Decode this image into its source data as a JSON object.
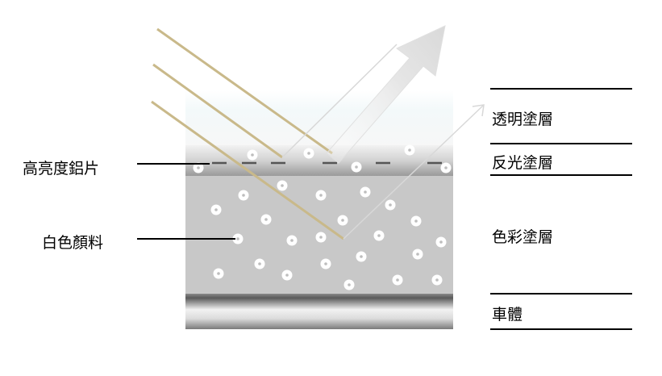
{
  "left_labels": {
    "aluminum_flake": "高亮度鋁片",
    "white_pigment": "白色顏料"
  },
  "layer_labels": {
    "clear_coat": "透明塗層",
    "reflective_coat": "反光塗層",
    "color_coat": "色彩塗層",
    "car_body": "車體"
  },
  "colors": {
    "incident_light": "#c9b98a",
    "pigment_particle": "#ffffff",
    "layer_gray": "#c8c8c8",
    "line": "#000000"
  }
}
